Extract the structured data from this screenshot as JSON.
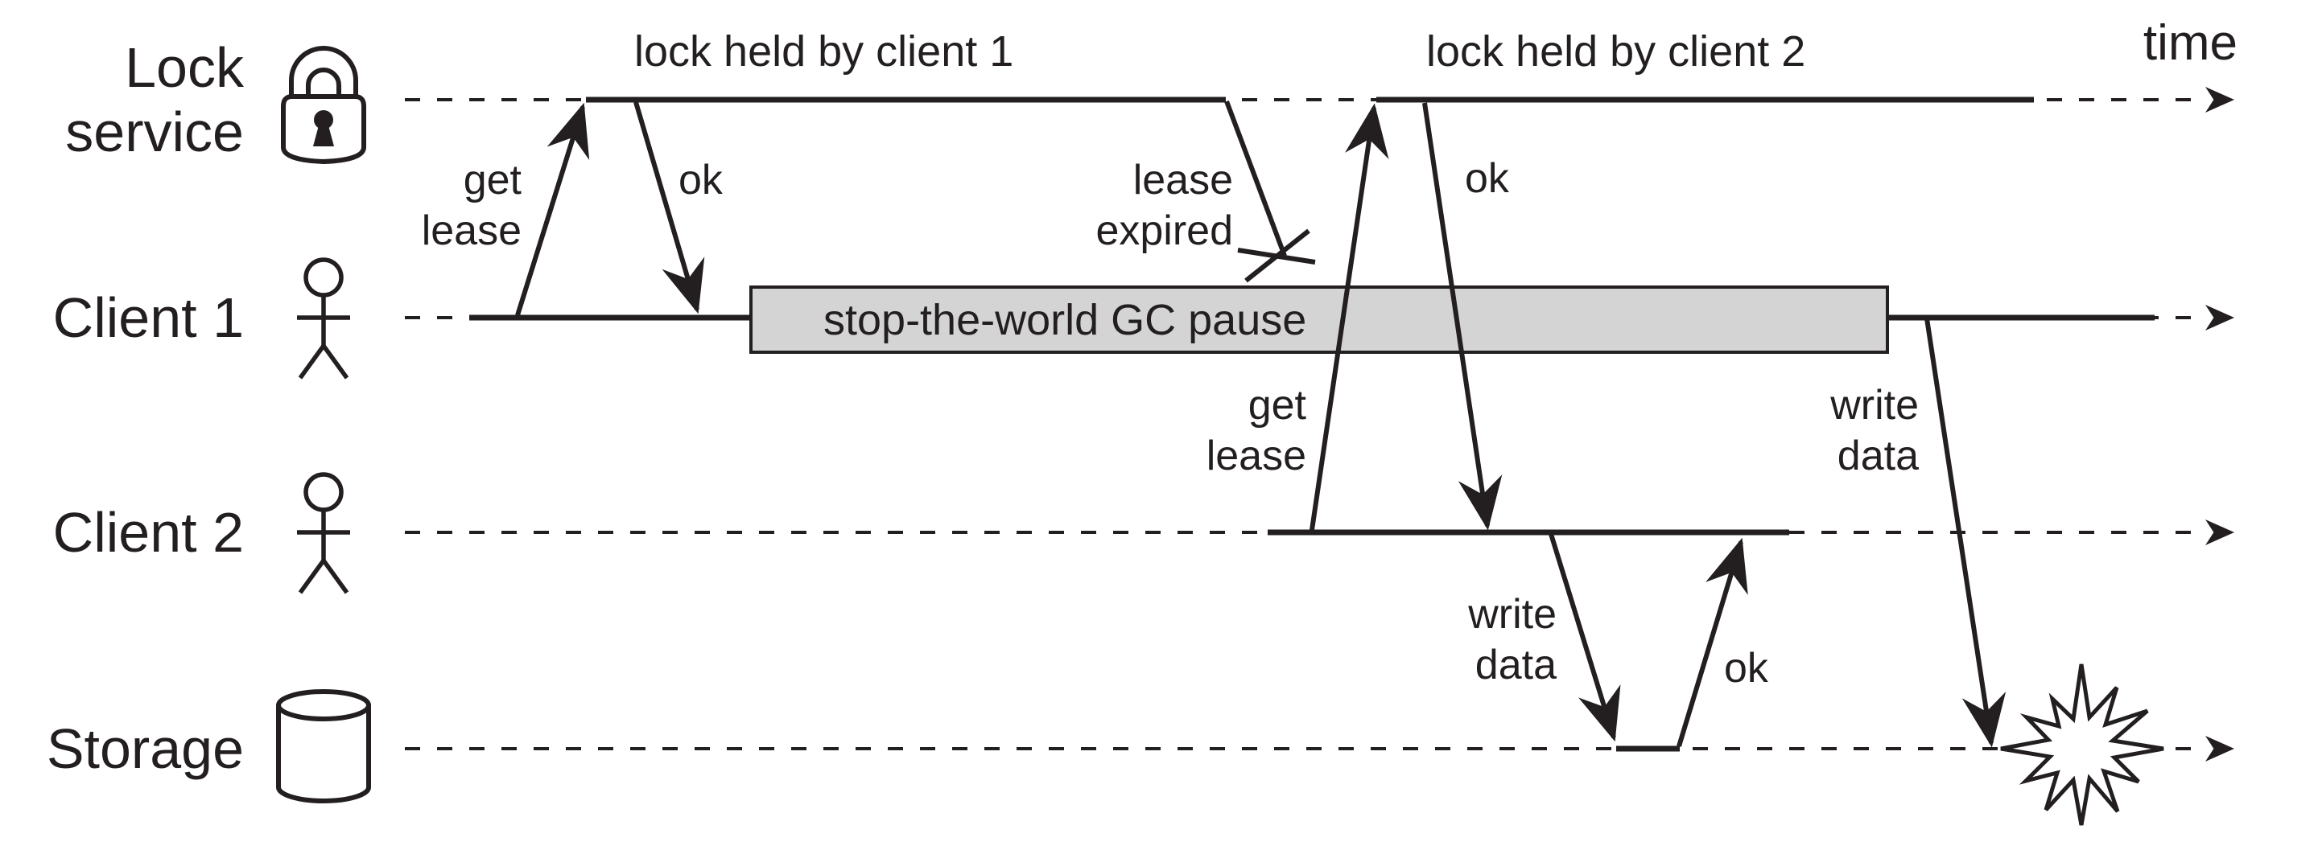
{
  "colors": {
    "ink": "#231f20",
    "gc_fill": "#d4d4d4",
    "background": "#ffffff"
  },
  "axis": {
    "time_label": "time"
  },
  "lanes": [
    {
      "label": "Lock\nservice",
      "icon": "padlock-icon"
    },
    {
      "label": "Client 1",
      "icon": "person-icon"
    },
    {
      "label": "Client 2",
      "icon": "person-icon"
    },
    {
      "label": "Storage",
      "icon": "database-icon"
    }
  ],
  "spans": {
    "lock_held_1": "lock held by client 1",
    "lock_held_2": "lock held by client 2"
  },
  "gc_box": {
    "label": "stop-the-world GC pause"
  },
  "messages": {
    "get_lease_1": "get\nlease",
    "ok_1": "ok",
    "lease_expired": "lease\nexpired",
    "get_lease_2": "get\nlease",
    "ok_2": "ok",
    "write_data_2": "write\ndata",
    "ok_storage": "ok",
    "write_data_1": "write\ndata"
  }
}
